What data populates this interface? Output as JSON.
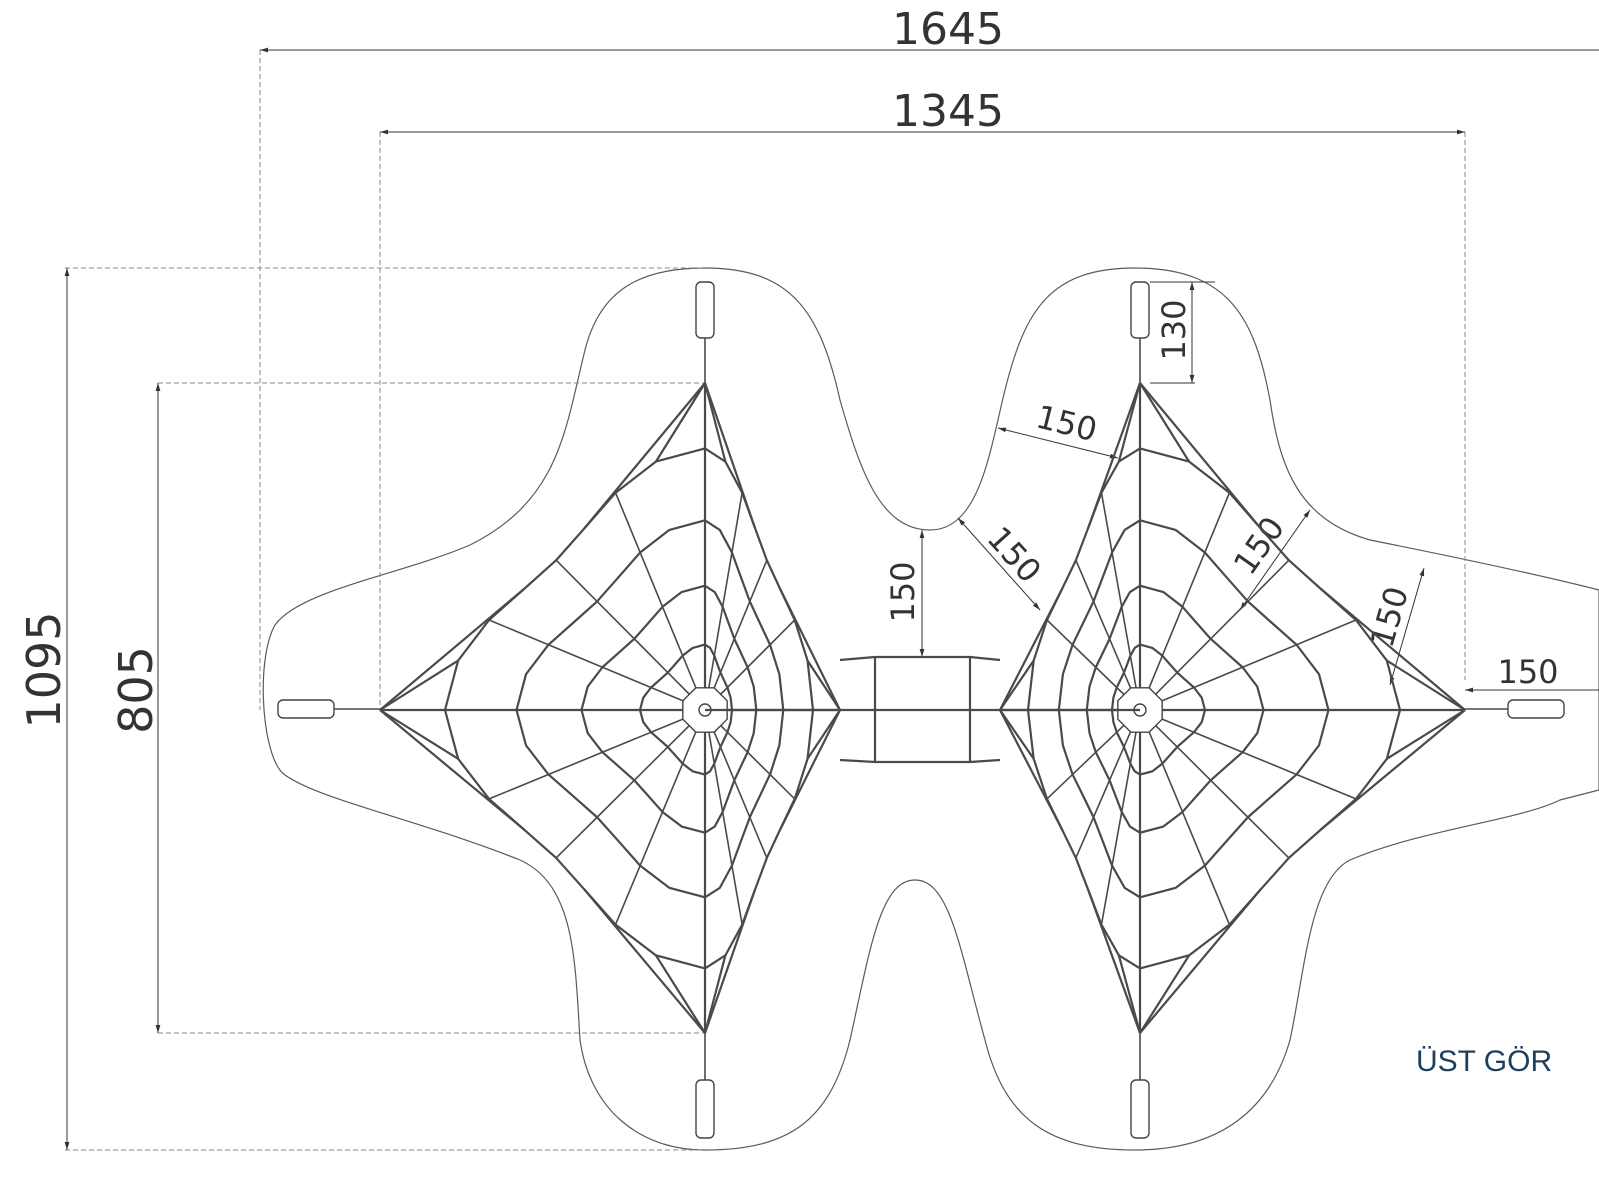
{
  "dimensions": {
    "overall_width": "1645",
    "frame_width": "1345",
    "overall_height": "1095",
    "frame_height": "805",
    "anchor_length": "130",
    "clearance_top_left": "150",
    "clearance_diag_center": "150",
    "clearance_center": "150",
    "clearance_diag_right": "150",
    "clearance_right_arm": "150",
    "clearance_end": "150"
  },
  "caption": "ÜST GÖR",
  "colors": {
    "caption": "#1f3f5f",
    "lines": "#4a4a4a"
  }
}
